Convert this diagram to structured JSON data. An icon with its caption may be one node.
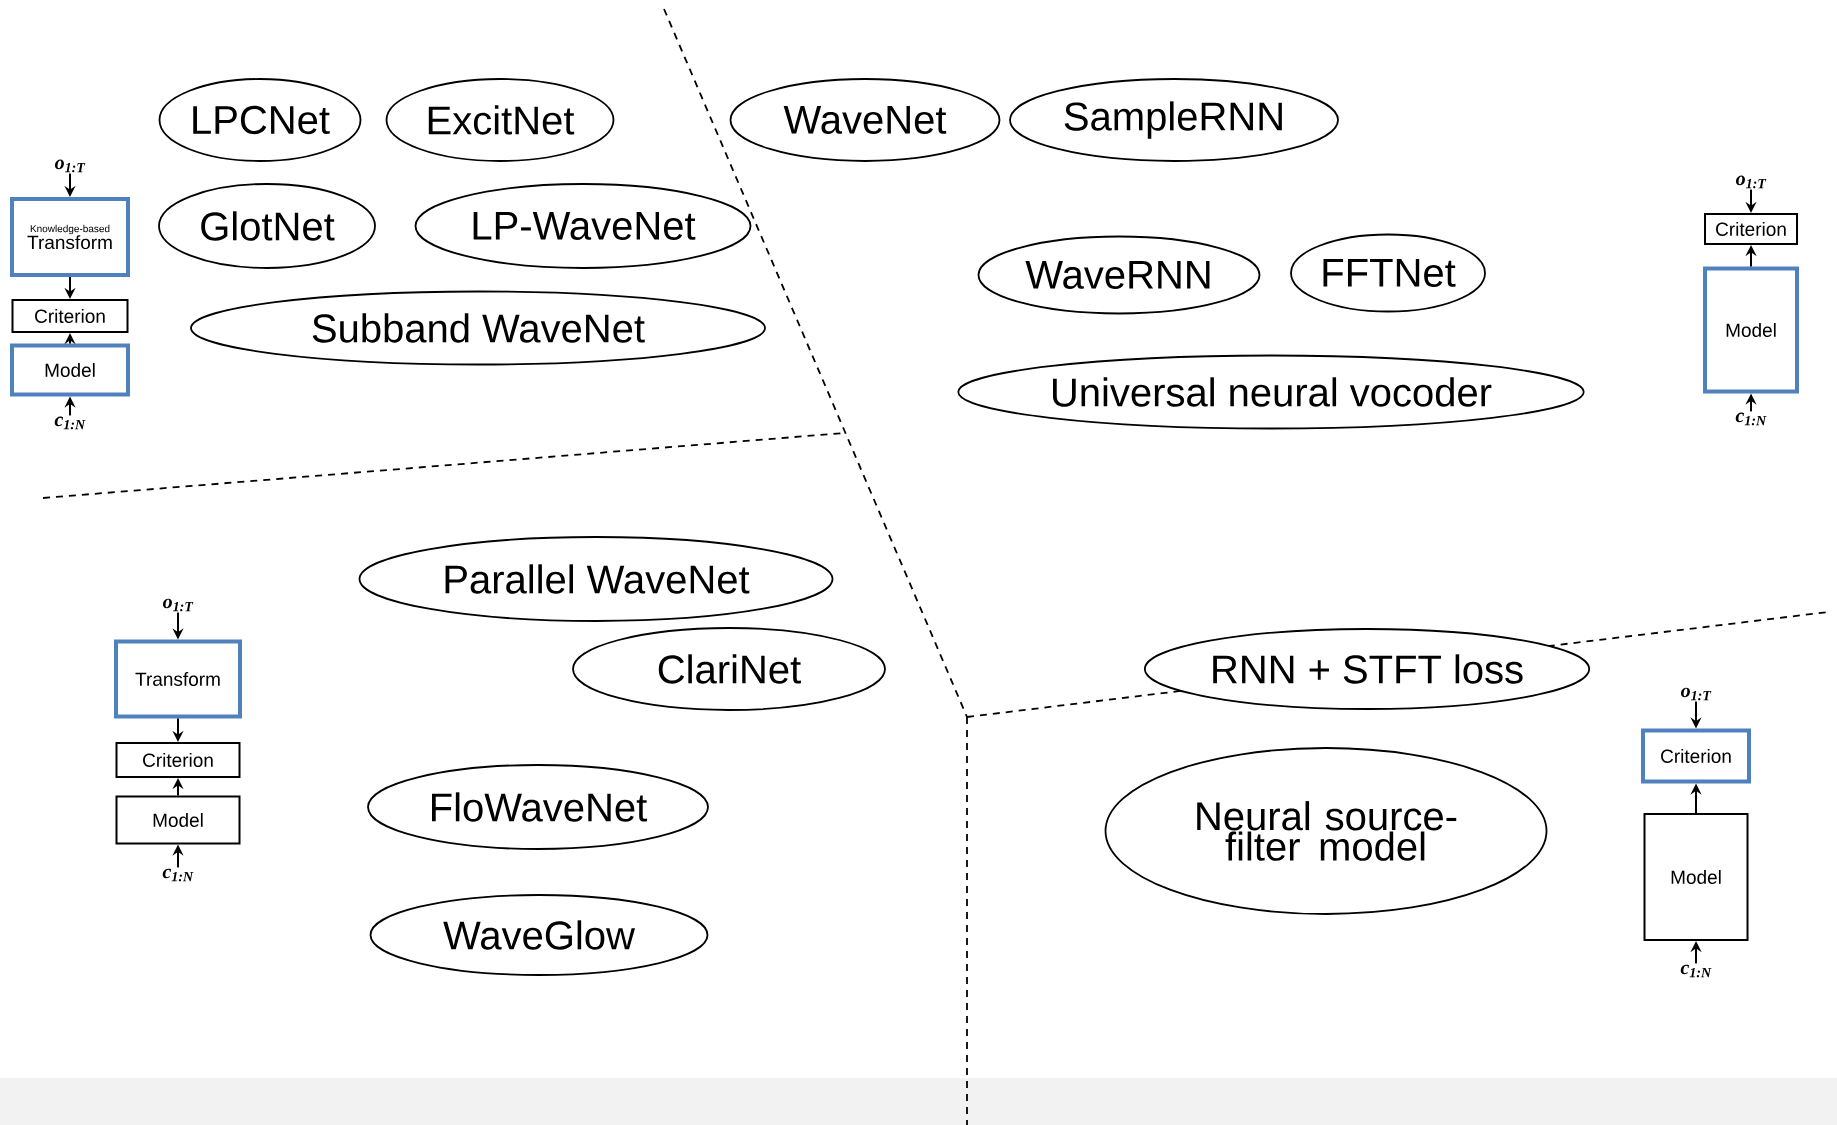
{
  "diagram": {
    "nodes": [
      {
        "text": [
          "LPCNet"
        ]
      },
      {
        "text": [
          "ExcitNet"
        ]
      },
      {
        "text": [
          "GlotNet"
        ]
      },
      {
        "text": [
          "LP-WaveNet"
        ]
      },
      {
        "text": [
          "Subband  WaveNet"
        ]
      },
      {
        "text": [
          "WaveNet"
        ]
      },
      {
        "text": [
          "SampleRNN"
        ]
      },
      {
        "text": [
          "WaveRNN"
        ]
      },
      {
        "text": [
          "FFTNet"
        ]
      },
      {
        "text": [
          "Universal neural vocoder"
        ]
      },
      {
        "text": [
          "Parallel WaveNet"
        ]
      },
      {
        "text": [
          "ClariNet"
        ]
      },
      {
        "text": [
          "FloWaveNet"
        ]
      },
      {
        "text": [
          "WaveGlow"
        ]
      },
      {
        "text": [
          "RNN + STFT loss"
        ]
      },
      {
        "text": [
          "Neural source-filter model"
        ]
      },
      {
        "text": [
          "*o*$_{1:T}$"
        ]
      },
      {
        "text": [
          "Knowledge-based",
          "Transform"
        ]
      },
      {
        "text": [
          "Criterion"
        ]
      },
      {
        "text": [
          "Model"
        ]
      },
      {
        "text": [
          "*c*$_{1:N}$"
        ]
      },
      {
        "text": [
          "*o*$_{1:T}$"
        ]
      },
      {
        "text": [
          "Criterion"
        ]
      },
      {
        "text": [
          "Model"
        ]
      },
      {
        "text": [
          "*c*$_{1:N}$"
        ]
      },
      {
        "text": [
          "*o*$_{1:T}$"
        ]
      },
      {
        "text": [
          "Transform"
        ]
      },
      {
        "text": [
          "Criterion"
        ]
      },
      {
        "text": [
          "Model"
        ]
      },
      {
        "text": [
          "*c*$_{1:N}$"
        ]
      },
      {
        "text": [
          "*o*$_{1:T}$"
        ]
      },
      {
        "text": [
          "Criterion"
        ]
      },
      {
        "text": [
          "Model"
        ]
      },
      {
        "text": [
          "*c*$_{1:N}$"
        ]
      }
    ],
    "edges": [
      {
        "from": 16,
        "to": 17,
        "arrow": "to"
      },
      {
        "from": 17,
        "to": 18,
        "arrow": "to"
      },
      {
        "from": 19,
        "to": 18,
        "arrow": "to"
      },
      {
        "from": 20,
        "to": 19,
        "arrow": "to"
      },
      {
        "from": 21,
        "to": 22,
        "arrow": "to"
      },
      {
        "from": 23,
        "to": 22,
        "arrow": "to"
      },
      {
        "from": 24,
        "to": 23,
        "arrow": "to"
      },
      {
        "from": 25,
        "to": 26,
        "arrow": "to"
      },
      {
        "from": 26,
        "to": 27,
        "arrow": "to"
      },
      {
        "from": 28,
        "to": 27,
        "arrow": "to"
      },
      {
        "from": 29,
        "to": 28,
        "arrow": "to"
      },
      {
        "from": 30,
        "to": 31,
        "arrow": "to"
      },
      {
        "from": 32,
        "to": 31,
        "arrow": "to"
      },
      {
        "from": 33,
        "to": 32,
        "arrow": "to"
      }
    ]
  }
}
